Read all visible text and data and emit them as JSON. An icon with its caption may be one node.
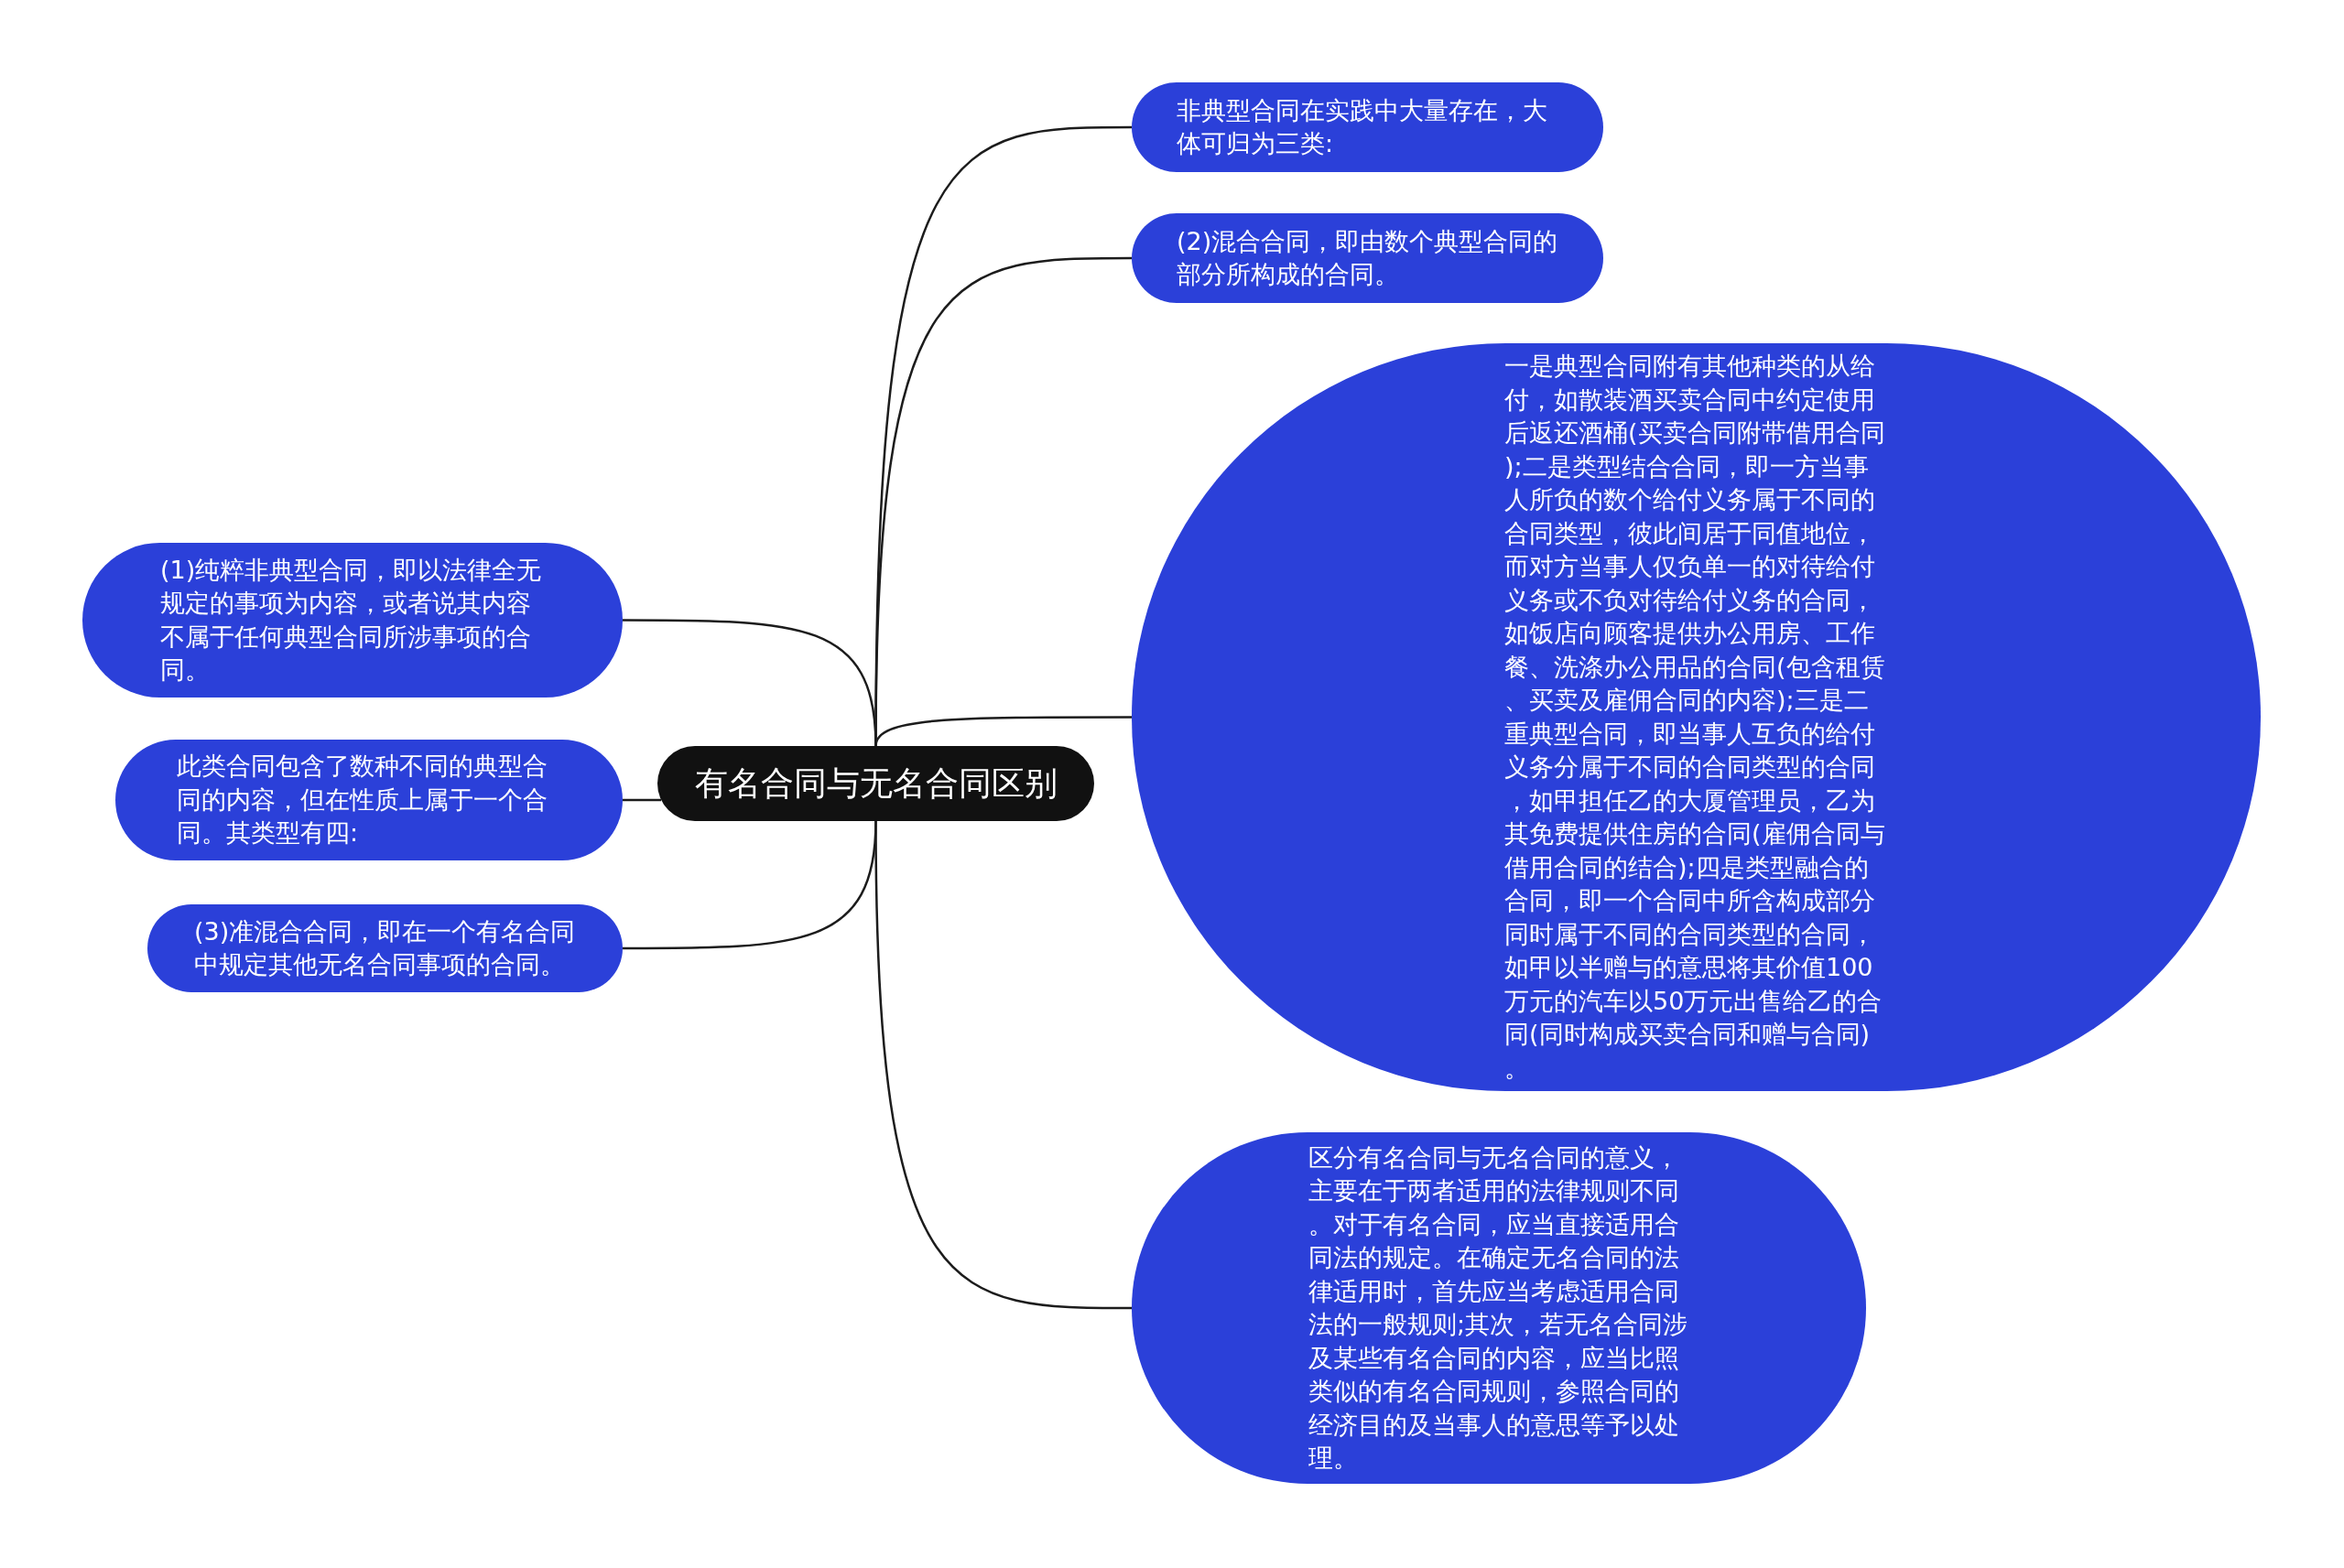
{
  "diagram": {
    "nodes": [
      {
        "text": [
          "有名合同与无名合同区别"
        ]
      },
      {
        "text": [
          "非典型合同在实践中大量存在，大体可归为三类:"
        ]
      },
      {
        "text": [
          "(2)混合合同，即由数个典型合同的部分所构成的合同。"
        ]
      },
      {
        "text": [
          "一是典型合同附有其他种类的从给付，如散装酒买卖合同中约定使用后返还酒桶(买卖合同附带借用合同);二是类型结合合同，即一方当事人所负的数个给付义务属于不同的合同类型，彼此间居于同值地位，而对方当事人仅负单一的对待给付义务或不负对待给付义务的合同，如饭店向顾客提供办公用房、工作餐、洗涤办公用品的合同(包含租赁、买卖及雇佣合同的内容);三是二重典型合同，即当事人互负的给付义务分属于不同的合同类型的合同，如甲担任乙的大厦管理员，乙为其免费提供住房的合同(雇佣合同与借用合同的结合);四是类型融合的合同，即一个合同中所含构成部分同时属于不同的合同类型的合同，如甲以半赠与的意思将其价值100万元的汽车以50万元出售给乙的合同(同时构成买卖合同和赠与合同)。"
        ]
      },
      {
        "text": [
          "区分有名合同与无名合同的意义，主要在于两者适用的法律规则不同。对于有名合同，应当直接适用合同法的规定。在确定无名合同的法律适用时，首先应当考虑适用合同法的一般规则;其次，若无名合同涉及某些有名合同的内容，应当比照类似的有名合同规则，参照合同的经济目的及当事人的意思等予以处理。"
        ]
      },
      {
        "text": [
          "(1)纯粹非典型合同，即以法律全无规定的事项为内容，或者说其内容不属于任何典型合同所涉事项的合同。"
        ]
      },
      {
        "text": [
          "此类合同包含了数种不同的典型合同的内容，但在性质上属于一个合同。其类型有四:"
        ]
      },
      {
        "text": [
          "(3)准混合合同，即在一个有名合同中规定其他无名合同事项的合同。"
        ]
      }
    ],
    "edges": [
      {
        "from": 0,
        "to": 1,
        "arrow": "none"
      },
      {
        "from": 0,
        "to": 2,
        "arrow": "none"
      },
      {
        "from": 0,
        "to": 3,
        "arrow": "none"
      },
      {
        "from": 0,
        "to": 4,
        "arrow": "none"
      },
      {
        "from": 0,
        "to": 5,
        "arrow": "none"
      },
      {
        "from": 0,
        "to": 6,
        "arrow": "none"
      },
      {
        "from": 0,
        "to": 7,
        "arrow": "none"
      }
    ]
  }
}
